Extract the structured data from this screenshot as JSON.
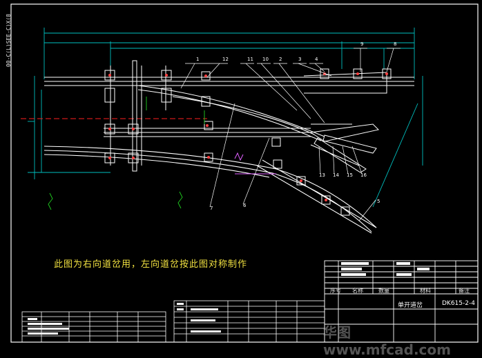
{
  "drawing": {
    "note": "此图为右向道岔用，左向道岔按此图对称制作",
    "side_code": "00-C(L)SEE-C)X(8",
    "title_block": {
      "name": "单开道岔",
      "drawing_no": "DK615-2-4",
      "col_labels": [
        "序号",
        "名称",
        "数量",
        "材料",
        "备注"
      ]
    },
    "watermark": "华图 www.mfcad.com",
    "part_labels": [
      "1",
      "12",
      "11",
      "10",
      "2",
      "3",
      "4",
      "9",
      "8",
      "7",
      "6",
      "13",
      "14",
      "15",
      "16",
      "5"
    ]
  },
  "colors": {
    "frame": "#ffffff",
    "dim": "#00c0c0",
    "rail": "#ffffff",
    "plate": "#e060ff",
    "red": "#ff2020",
    "leader": "#ffffff",
    "bolt": "#ff4040",
    "note": "#f0e040"
  }
}
